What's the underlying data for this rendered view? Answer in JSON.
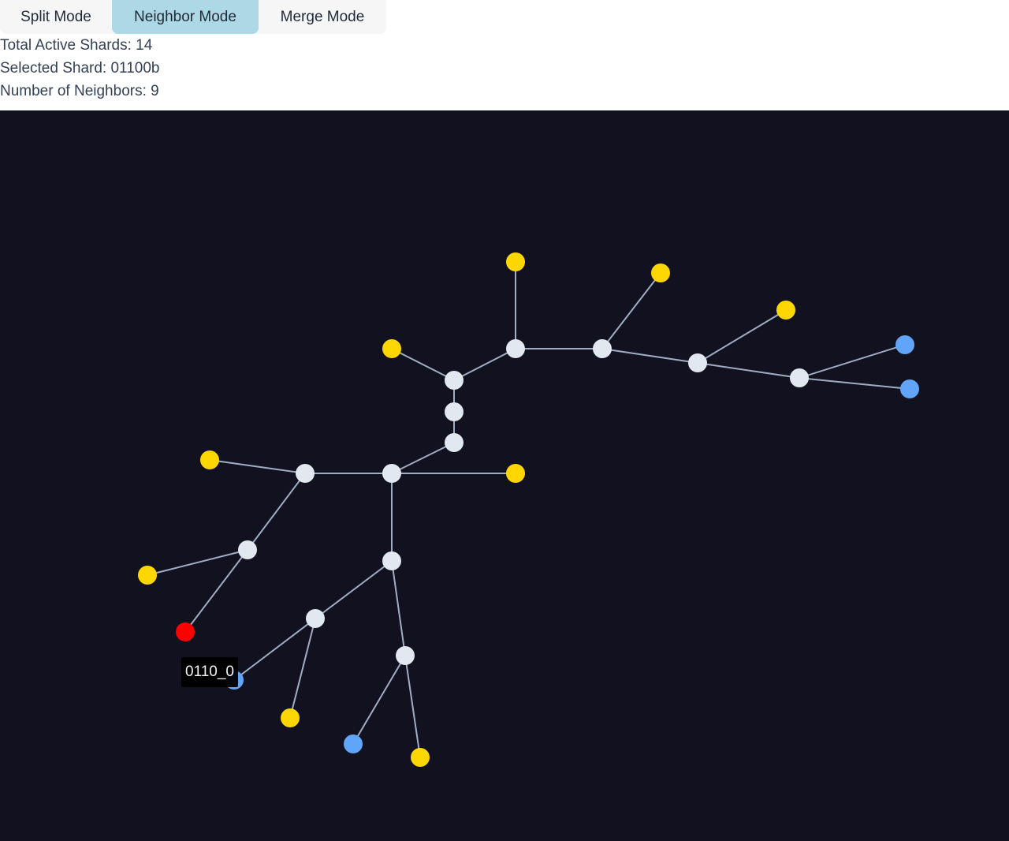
{
  "modes": {
    "split": "Split Mode",
    "neighbor": "Neighbor Mode",
    "merge": "Merge Mode",
    "active": "neighbor"
  },
  "stats": {
    "total_active_shards": "Total Active Shards: 14",
    "selected_shard": "Selected Shard: 01100b",
    "neighbor_count": "Number of Neighbors: 9"
  },
  "tooltip": "0110_0",
  "colors": {
    "canvas_bg": "#11111f",
    "internal_node": "#e2e8f0",
    "edge": "#a0aec4",
    "neighbor": "#ffd700",
    "selected": "#ff0000",
    "shard": "#60a5fa",
    "active_mode": "#add8e6"
  },
  "graph": {
    "edges": [
      [
        "a",
        "b"
      ],
      [
        "b",
        "c"
      ],
      [
        "c",
        "d"
      ],
      [
        "c",
        "e"
      ],
      [
        "e",
        "f"
      ],
      [
        "e",
        "g"
      ],
      [
        "g",
        "h"
      ],
      [
        "h",
        "i"
      ],
      [
        "h",
        "j"
      ],
      [
        "b",
        "k"
      ],
      [
        "k",
        "l"
      ],
      [
        "l",
        "m"
      ],
      [
        "m",
        "n"
      ],
      [
        "m",
        "o"
      ],
      [
        "o",
        "p"
      ],
      [
        "o",
        "q"
      ],
      [
        "q",
        "r"
      ],
      [
        "q",
        "s"
      ],
      [
        "k",
        "t"
      ],
      [
        "t",
        "u"
      ],
      [
        "t",
        "v"
      ],
      [
        "v",
        "w"
      ],
      [
        "w",
        "x"
      ],
      [
        "w",
        "y"
      ],
      [
        "v",
        "z"
      ],
      [
        "z",
        "aa"
      ],
      [
        "z",
        "ab"
      ],
      [
        "a",
        "ac"
      ]
    ],
    "nodes": [
      {
        "id": "a",
        "type": "internal"
      },
      {
        "id": "b",
        "type": "internal"
      },
      {
        "id": "c",
        "type": "internal"
      },
      {
        "id": "d",
        "type": "neighbor"
      },
      {
        "id": "e",
        "type": "internal"
      },
      {
        "id": "f",
        "type": "neighbor"
      },
      {
        "id": "g",
        "type": "internal"
      },
      {
        "id": "h",
        "type": "internal"
      },
      {
        "id": "i",
        "type": "neighbor"
      },
      {
        "id": "j",
        "type": "neighbor"
      },
      {
        "id": "k",
        "type": "internal"
      },
      {
        "id": "l",
        "type": "internal"
      },
      {
        "id": "m",
        "type": "internal"
      },
      {
        "id": "n",
        "type": "neighbor"
      },
      {
        "id": "o",
        "type": "internal"
      },
      {
        "id": "p",
        "type": "neighbor"
      },
      {
        "id": "q",
        "type": "internal"
      },
      {
        "id": "r",
        "type": "shard"
      },
      {
        "id": "s",
        "type": "shard"
      },
      {
        "id": "t",
        "type": "internal"
      },
      {
        "id": "u",
        "type": "neighbor"
      },
      {
        "id": "v",
        "type": "internal"
      },
      {
        "id": "w",
        "type": "internal"
      },
      {
        "id": "x",
        "type": "shard"
      },
      {
        "id": "y",
        "type": "neighbor"
      },
      {
        "id": "z",
        "type": "internal"
      },
      {
        "id": "aa",
        "type": "shard"
      },
      {
        "id": "ab",
        "type": "neighbor"
      },
      {
        "id": "ac",
        "type": "neighbor"
      },
      {
        "id": "sel",
        "type": "selected"
      }
    ]
  }
}
